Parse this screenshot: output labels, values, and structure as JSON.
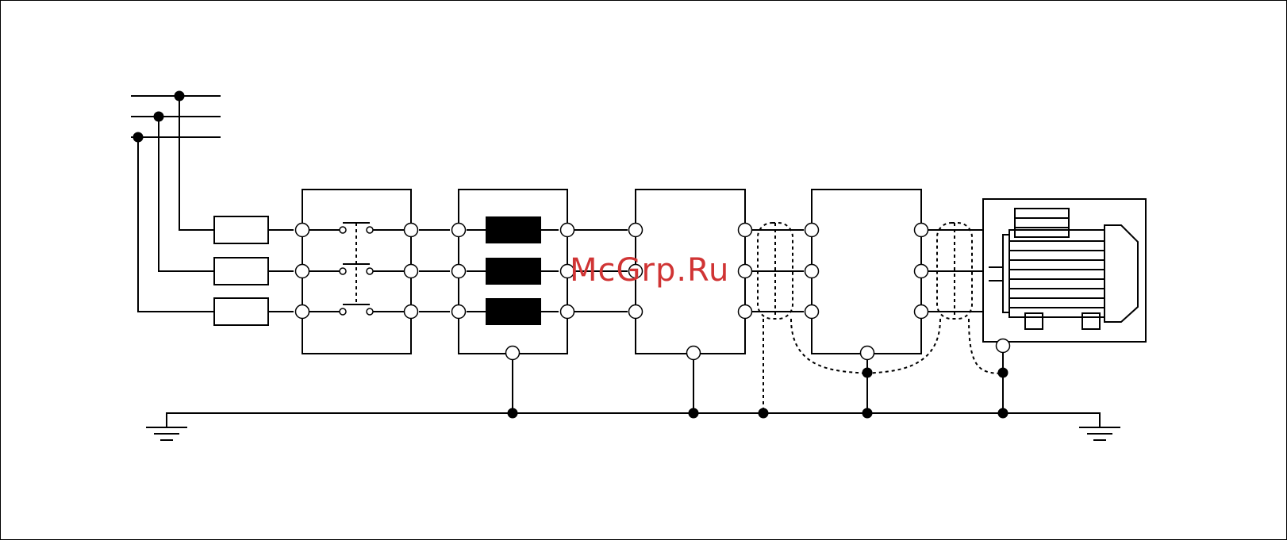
{
  "diagram": {
    "kind": "three-phase motor drive wiring",
    "phases": 3,
    "colors": {
      "line": "#000000",
      "background": "#ffffff",
      "watermark": "#d03434"
    },
    "blocks": [
      {
        "id": "fuses",
        "name": "fuse-block"
      },
      {
        "id": "switch",
        "name": "disconnect-switch-block"
      },
      {
        "id": "filter",
        "name": "line-filter-block"
      },
      {
        "id": "drive",
        "name": "drive-unit-block"
      },
      {
        "id": "output",
        "name": "output-filter-block"
      },
      {
        "id": "motor",
        "name": "motor-block"
      }
    ]
  },
  "watermark": {
    "text": "McGrp.Ru"
  }
}
